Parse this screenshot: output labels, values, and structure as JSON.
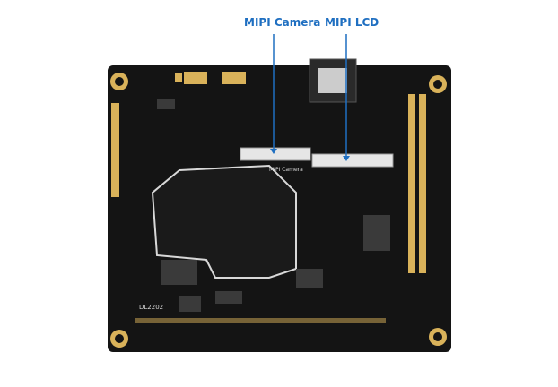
{
  "labels": {
    "camera": "MIPI Camera",
    "lcd": "MIPI LCD"
  },
  "board": {
    "silk_camera": "MIPI Camera",
    "silk_model": "DL2202"
  },
  "colors": {
    "accent": "#1f6fc1",
    "board": "#111111",
    "gold": "#d9b25a",
    "silk": "#d8d8d8"
  }
}
